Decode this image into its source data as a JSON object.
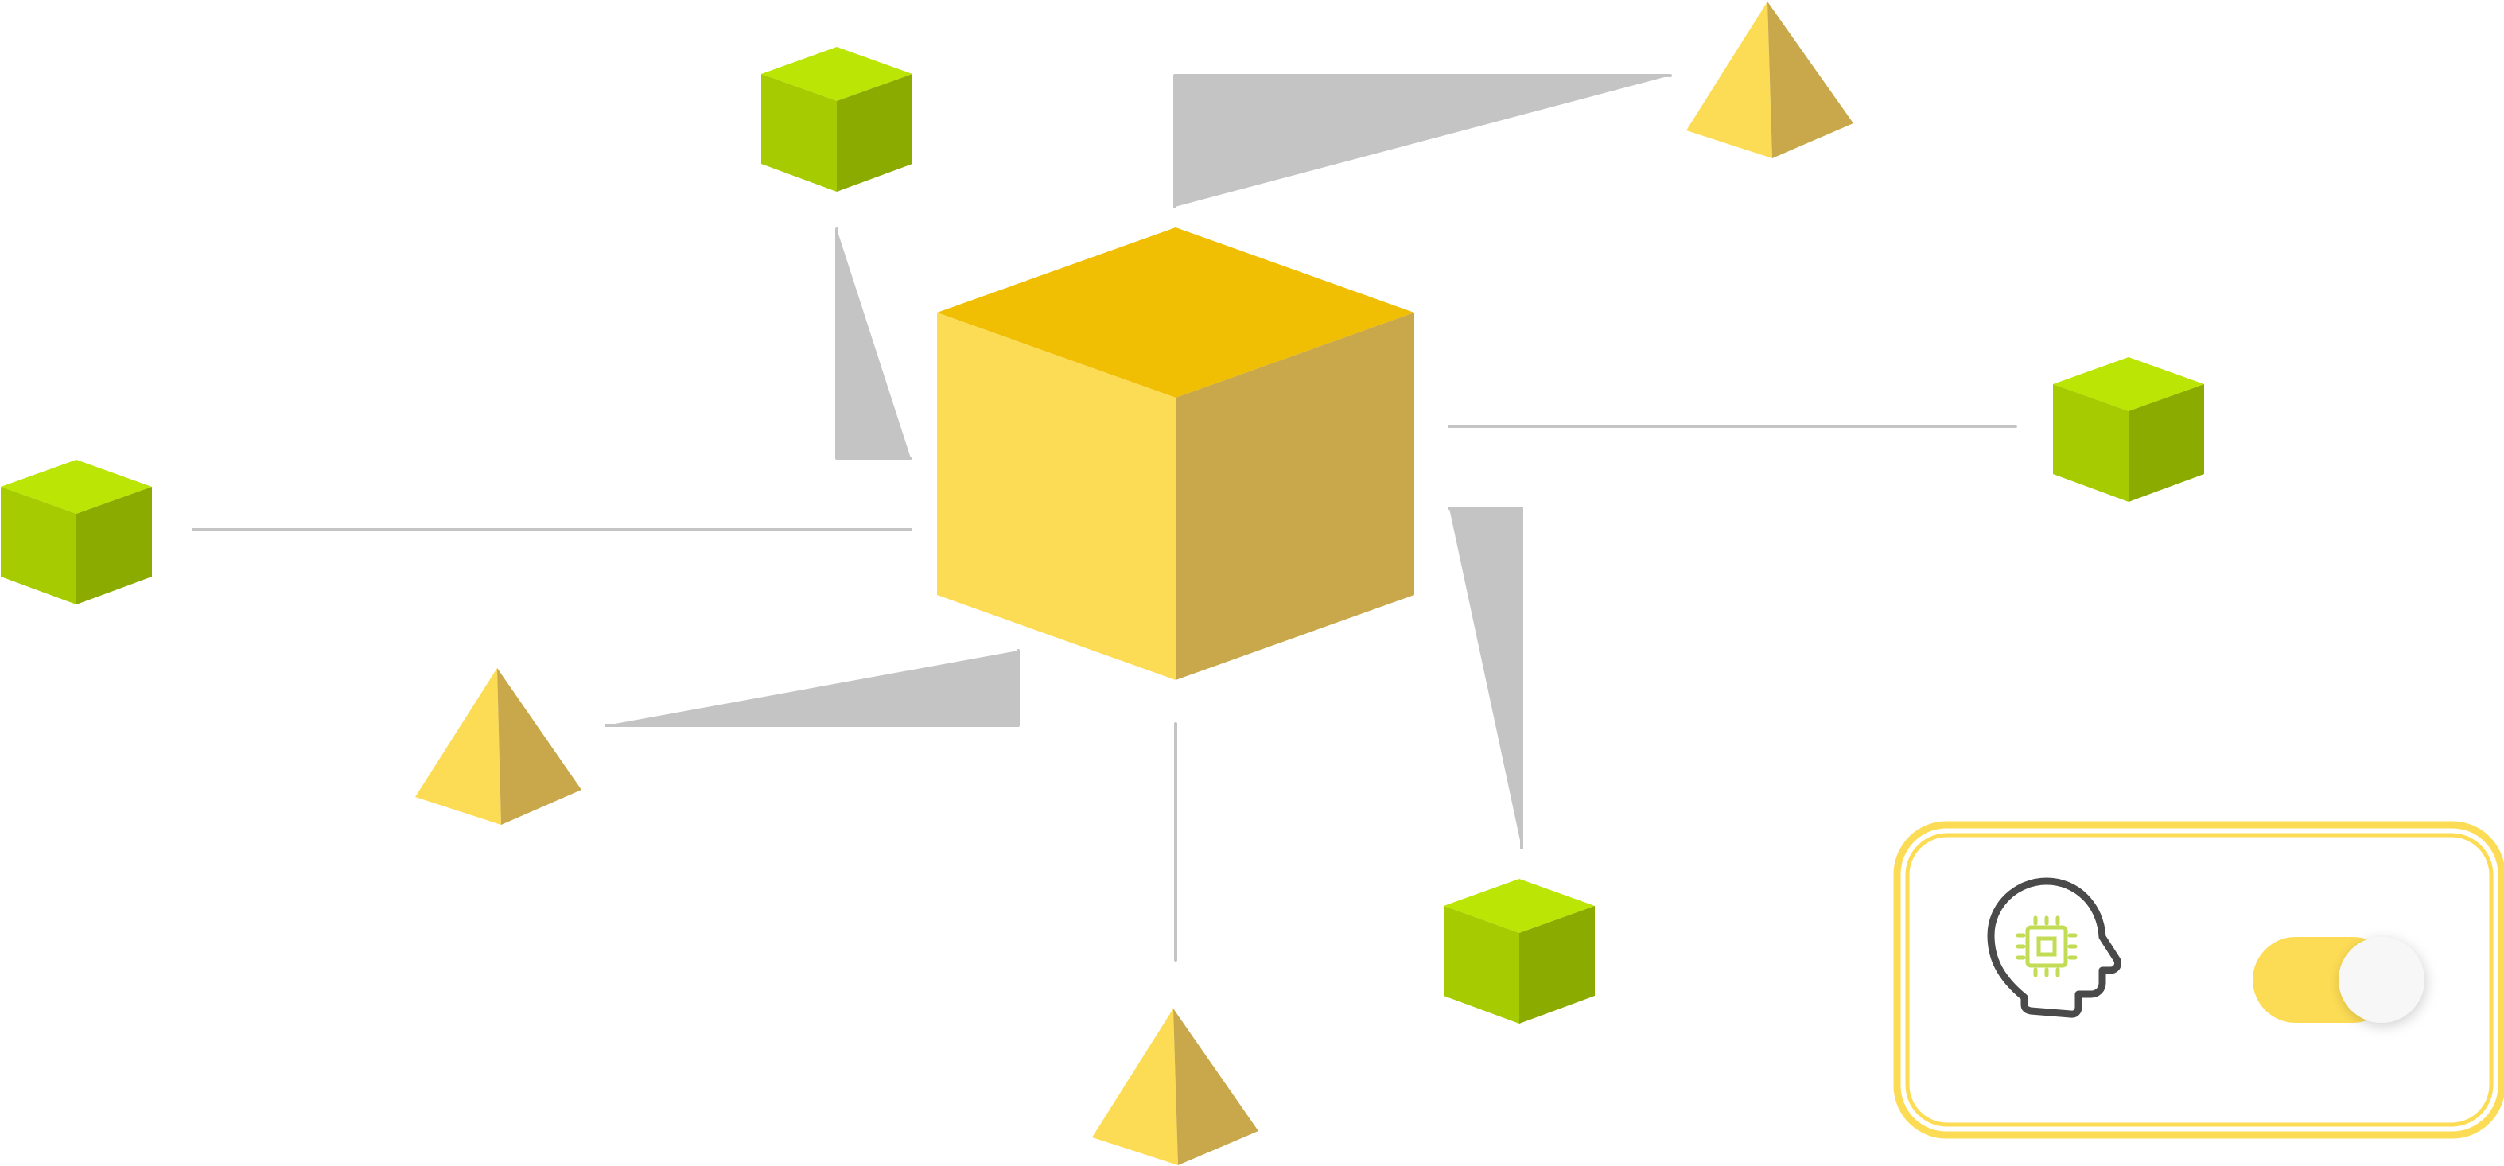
{
  "colors": {
    "background": "#ffffff",
    "connector": "#c4c4c4",
    "cube_yellow_top": "#f0bf04",
    "cube_yellow_left": "#fddc55",
    "cube_yellow_right": "#c9a84b",
    "cube_green_top": "#bbe504",
    "cube_green_left": "#a6cb00",
    "cube_green_right": "#8cab00",
    "pyramid_left": "#fddc55",
    "pyramid_right": "#c9a84b",
    "panel_border": "#fddc55",
    "head_outline": "#4a4a4a",
    "chip": "#c2dc55",
    "toggle_track": "#fddc55",
    "toggle_knob": "#f7f7f7"
  },
  "diagram": {
    "central_node": "yellow-cube",
    "satellite_nodes": [
      "green-cube",
      "yellow-pyramid",
      "green-cube",
      "green-cube",
      "yellow-pyramid",
      "yellow-pyramid",
      "green-cube"
    ]
  },
  "panel": {
    "icon": "ai-head-chip-icon",
    "toggle_state": "on"
  }
}
